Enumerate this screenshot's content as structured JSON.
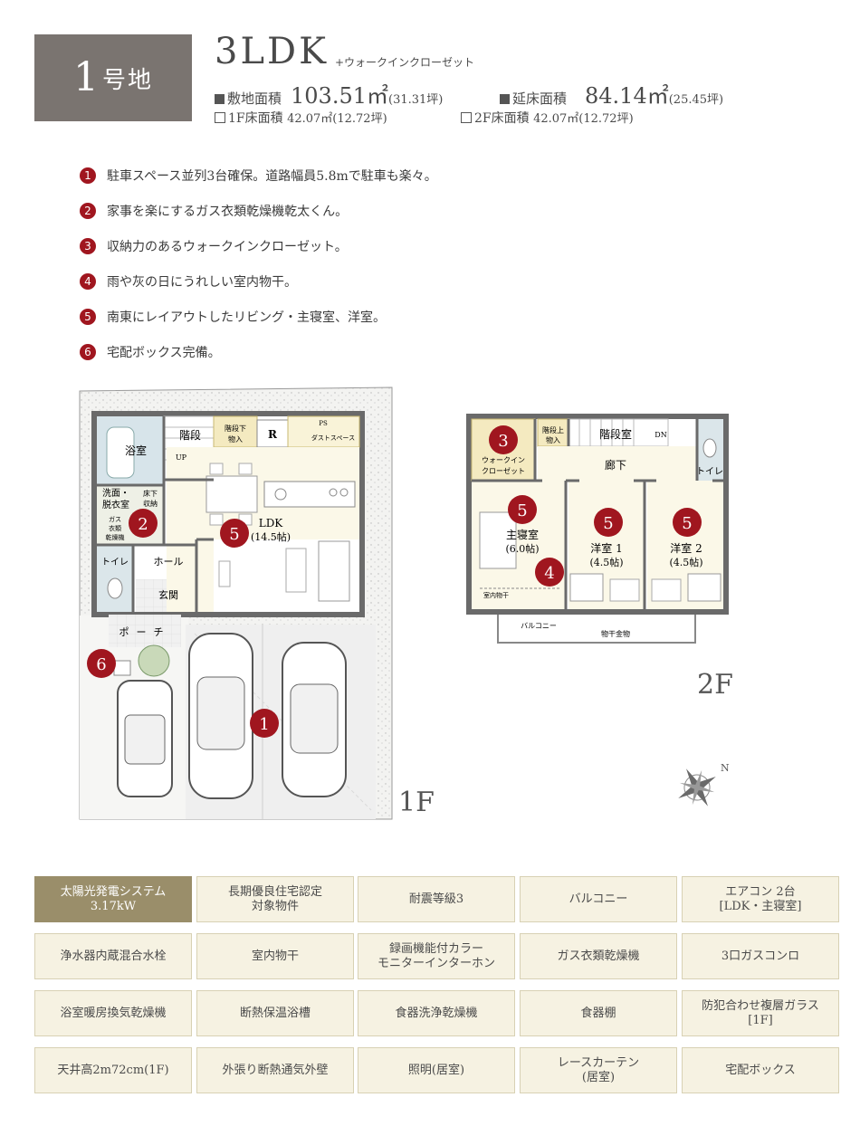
{
  "header": {
    "lot_number": "1",
    "lot_unit": "号地",
    "plan_type": "3LDK",
    "plan_sub": "+ウォークインクローゼット",
    "site_area_label": "敷地面積",
    "site_area_value": "103.51㎡",
    "site_area_tsubo": "(31.31坪)",
    "floor_total_label": "延床面積",
    "floor_total_value": "84.14㎡",
    "floor_total_tsubo": "(25.45坪)",
    "floor1_label": "1F床面積",
    "floor1_value": "42.07㎡(12.72坪)",
    "floor2_label": "2F床面積",
    "floor2_value": "42.07㎡(12.72坪)"
  },
  "features": [
    {
      "num": "1",
      "text": "駐車スペース並列3台確保。道路幅員5.8mで駐車も楽々。"
    },
    {
      "num": "2",
      "text": "家事を楽にするガス衣類乾燥機乾太くん。"
    },
    {
      "num": "3",
      "text": "収納力のあるウォークインクローゼット。"
    },
    {
      "num": "4",
      "text": "雨や灰の日にうれしい室内物干。"
    },
    {
      "num": "5",
      "text": "南東にレイアウトしたリビング・主寝室、洋室。"
    },
    {
      "num": "6",
      "text": "宅配ボックス完備。"
    }
  ],
  "plan1f": {
    "floor_label": "1F",
    "rooms": {
      "bath": "浴室",
      "stairs": "階段",
      "up": "UP",
      "under_stair_line1": "階段下",
      "under_stair_line2": "物入",
      "fridge": "R",
      "ps": "PS",
      "dust": "ダストスペース",
      "wash_line1": "洗面・",
      "wash_line2": "脱衣室",
      "floor_storage_line1": "床下",
      "floor_storage_line2": "収納",
      "gas_line1": "ガス",
      "gas_line2": "衣類",
      "gas_line3": "乾燥機",
      "toilet": "トイレ",
      "hall": "ホール",
      "entrance": "玄関",
      "ldk_line1": "LDK",
      "ldk_line2": "(14.5帖)",
      "porch": "ポーチ"
    },
    "markers": [
      "1",
      "2",
      "5",
      "6"
    ]
  },
  "plan2f": {
    "floor_label": "2F",
    "rooms": {
      "stairs_room": "階段室",
      "dn": "DN",
      "under_stair_line1": "階段上",
      "under_stair_line2": "物入",
      "wic_line1": "ウォークイン",
      "wic_line2": "クローゼット",
      "corridor": "廊下",
      "toilet": "トイレ",
      "master_line1": "主寝室",
      "master_line2": "(6.0帖)",
      "western1_line1": "洋室 1",
      "western1_line2": "(4.5帖)",
      "western2_line1": "洋室 2",
      "western2_line2": "(4.5帖)",
      "indoor_dry": "室内物干",
      "balcony": "バルコニー",
      "dry_hardware": "物干金物"
    },
    "markers": [
      "3",
      "5",
      "5",
      "5",
      "4"
    ],
    "compass": "N"
  },
  "specs": [
    {
      "text": "太陽光発電システム\n3.17kW",
      "highlight": true
    },
    {
      "text": "長期優良住宅認定\n対象物件",
      "highlight": false
    },
    {
      "text": "耐震等級3",
      "highlight": false
    },
    {
      "text": "バルコニー",
      "highlight": false
    },
    {
      "text": "エアコン 2台\n[LDK・主寝室]",
      "highlight": false
    },
    {
      "text": "浄水器内蔵混合水栓",
      "highlight": false
    },
    {
      "text": "室内物干",
      "highlight": false
    },
    {
      "text": "録画機能付カラー\nモニターインターホン",
      "highlight": false
    },
    {
      "text": "ガス衣類乾燥機",
      "highlight": false
    },
    {
      "text": "3口ガスコンロ",
      "highlight": false
    },
    {
      "text": "浴室暖房換気乾燥機",
      "highlight": false
    },
    {
      "text": "断熱保温浴槽",
      "highlight": false
    },
    {
      "text": "食器洗浄乾燥機",
      "highlight": false
    },
    {
      "text": "食器棚",
      "highlight": false
    },
    {
      "text": "防犯合わせ複層ガラス\n[1F]",
      "highlight": false
    },
    {
      "text": "天井高2m72cm(1F)",
      "highlight": false
    },
    {
      "text": "外張り断熱通気外壁",
      "highlight": false
    },
    {
      "text": "照明(居室)",
      "highlight": false
    },
    {
      "text": "レースカーテン\n(居室)",
      "highlight": false
    },
    {
      "text": "宅配ボックス",
      "highlight": false
    }
  ]
}
